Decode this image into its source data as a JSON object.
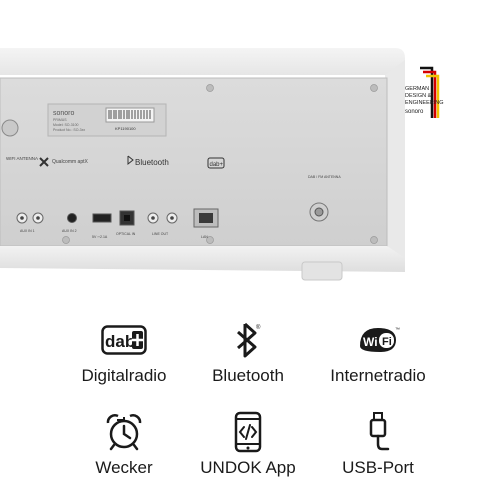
{
  "photo": {
    "brand": "sonoro",
    "model_lines": [
      "PRIMUS",
      "Model: SO-3100",
      "Product No.: SO-3xx"
    ],
    "serial": "KP1190100",
    "wifi_label": "WIFI ANTENNA",
    "qualcomm_label": "Qualcomm aptX",
    "bluetooth_label": "Bluetooth",
    "dab_label": "dab+",
    "fm_label": "DAB / FM ANTENNA",
    "ports": [
      "AUX IN 1",
      "AUX IN 2",
      "5V ⎓2.1A",
      "OPTICAL IN",
      "LINE OUT",
      "LAN"
    ],
    "tag_lines": [
      "GERMAN",
      "DESIGN &",
      "ENGINEERING"
    ],
    "tag_brand": "sonoro"
  },
  "features": [
    {
      "label": "Digitalradio",
      "icon": "dab-radio-icon"
    },
    {
      "label": "Bluetooth",
      "icon": "bluetooth-icon"
    },
    {
      "label": "Internetradio",
      "icon": "wifi-icon"
    },
    {
      "label": "Wecker",
      "icon": "alarm-clock-icon"
    },
    {
      "label": "UNDOK App",
      "icon": "smartphone-app-icon"
    },
    {
      "label": "USB-Port",
      "icon": "usb-icon"
    }
  ],
  "colors": {
    "icon": "#1a1a1a",
    "device": "#eeeeee",
    "panel": "#d8d8d8",
    "flag_black": "#111111",
    "flag_red": "#d40000",
    "flag_gold": "#f2c300"
  }
}
